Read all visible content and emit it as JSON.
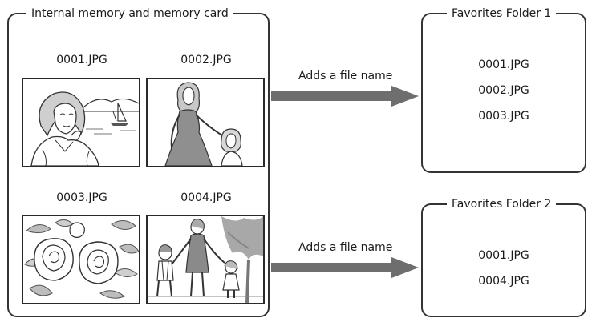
{
  "source_box": {
    "title": "Internal memory and memory card",
    "files": [
      {
        "name": "0001.JPG",
        "picture": "woman-portrait-sailboat-scene"
      },
      {
        "name": "0002.JPG",
        "picture": "woman-and-child-scene"
      },
      {
        "name": "0003.JPG",
        "picture": "flowers-scene"
      },
      {
        "name": "0004.JPG",
        "picture": "family-walking-scene"
      }
    ]
  },
  "arrows": [
    {
      "label": "Adds a file name"
    },
    {
      "label": "Adds a file name"
    }
  ],
  "favorites": [
    {
      "title": "Favorites Folder 1",
      "files": [
        "0001.JPG",
        "0002.JPG",
        "0003.JPG"
      ]
    },
    {
      "title": "Favorites Folder 2",
      "files": [
        "0001.JPG",
        "0004.JPG"
      ]
    }
  ],
  "colors": {
    "border": "#333333",
    "arrow": "#6e6e6e",
    "text": "#1a1a1a"
  }
}
